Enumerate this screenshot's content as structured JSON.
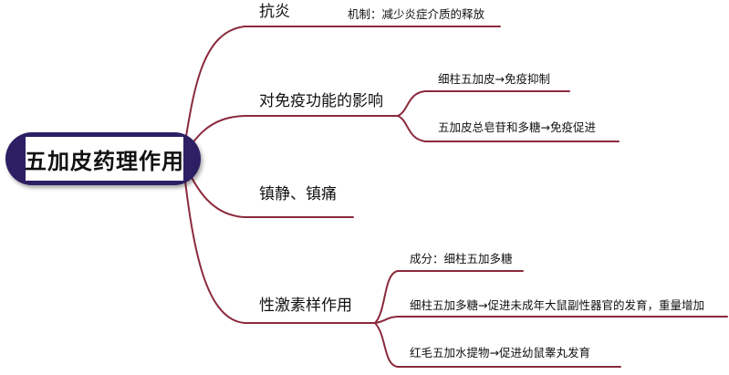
{
  "root": "五加皮药理作用",
  "branches": [
    {
      "label": "抗炎",
      "children": [
        "机制：减少炎症介质的释放"
      ]
    },
    {
      "label": "对免疫功能的影响",
      "children": [
        "细柱五加皮→免疫抑制",
        "五加皮总皂苷和多糖→免疫促进"
      ]
    },
    {
      "label": "镇静、镇痛",
      "children": []
    },
    {
      "label": "性激素样作用",
      "children": [
        "成分：细柱五加多糖",
        "细柱五加多糖→促进未成年大鼠副性器官的发育，重量增加",
        "红毛五加水提物→促进幼鼠睾丸发育"
      ]
    }
  ],
  "colors": {
    "line": "#8b2a3c",
    "root_fill": "#2d1f63",
    "text": "#111111"
  }
}
